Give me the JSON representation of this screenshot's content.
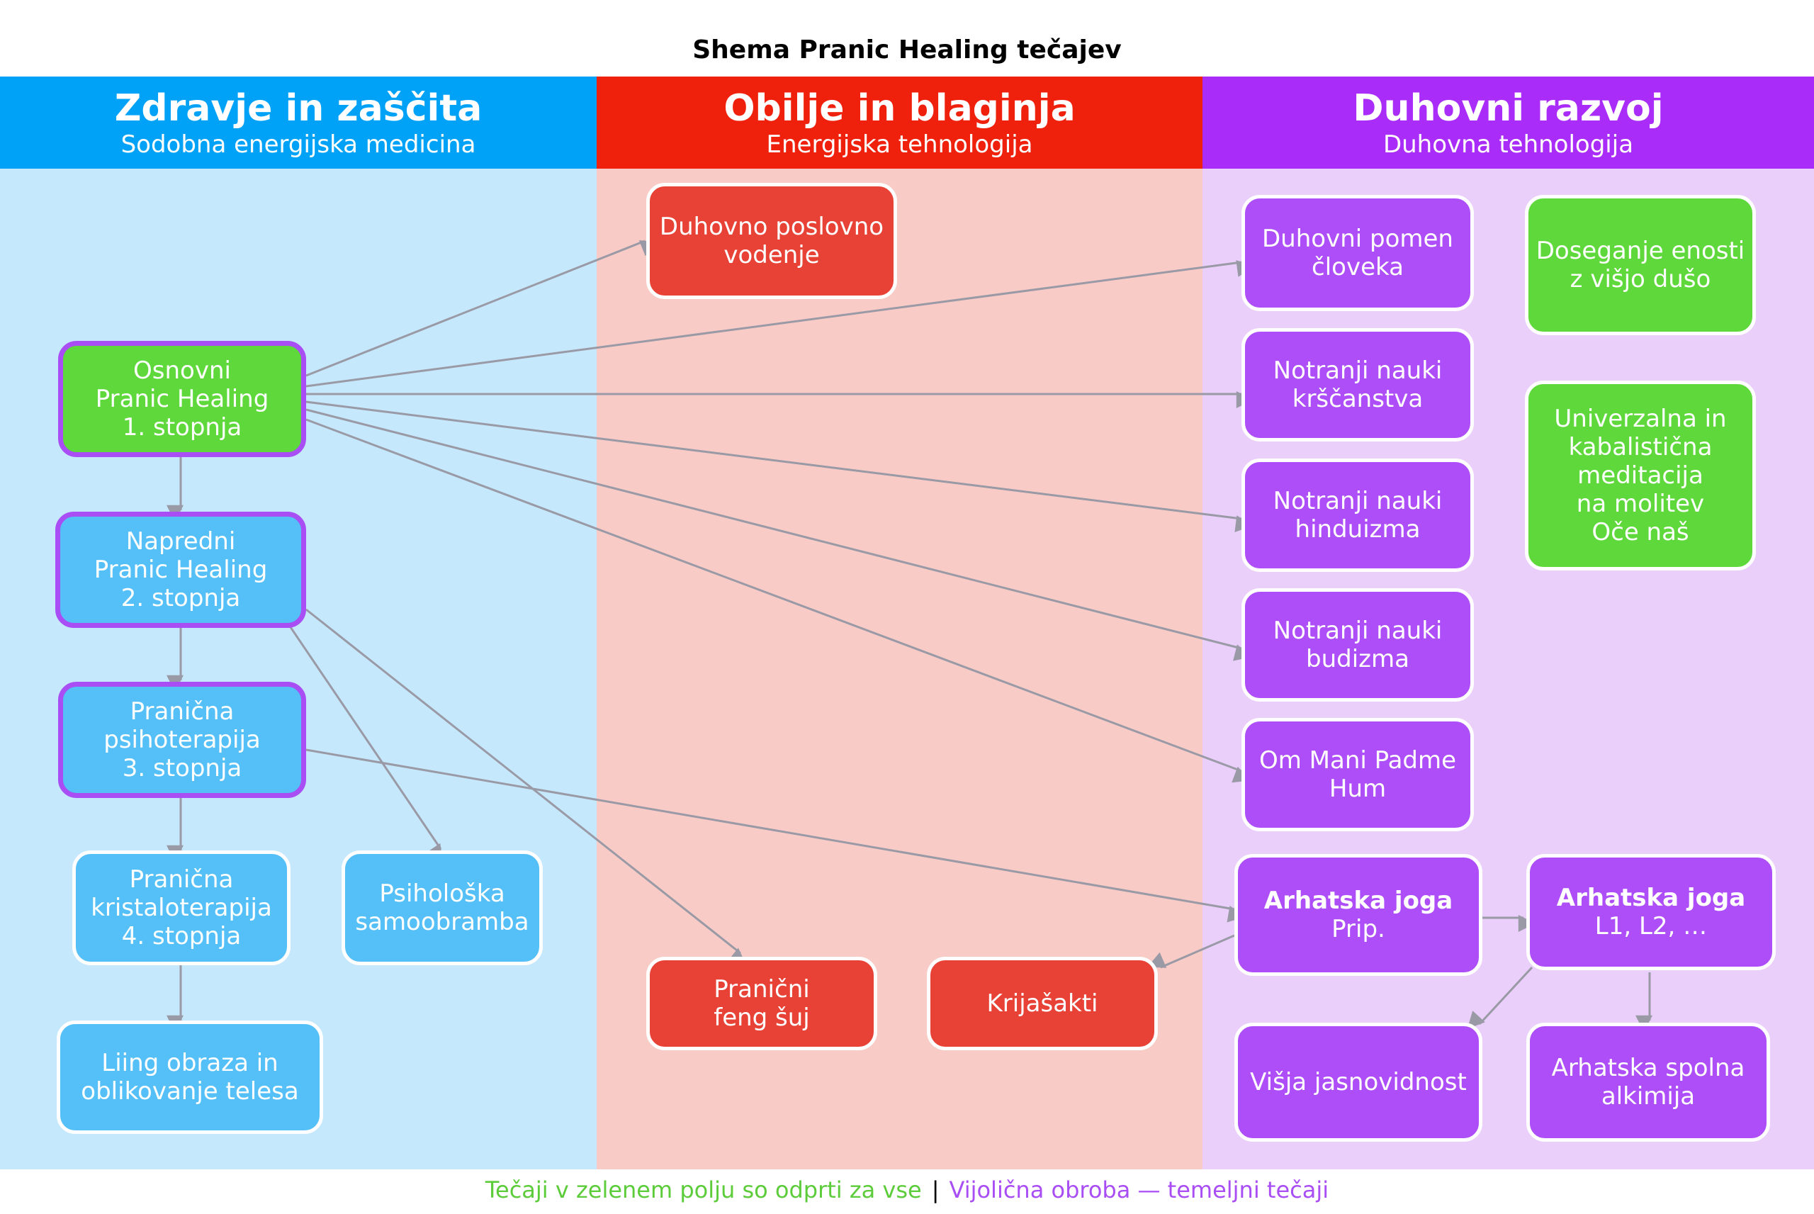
{
  "title": "Shema Pranic Healing tečajev",
  "columns": [
    {
      "title": "Zdravje in zaščita",
      "subtitle": "Sodobna energijska medicina"
    },
    {
      "title": "Obilje in blaginja",
      "subtitle": "Energijska tehnologija"
    },
    {
      "title": "Duhovni razvoj",
      "subtitle": "Duhovna tehnologija"
    }
  ],
  "colors": {
    "blue_header": "#00a2f7",
    "red_header": "#ef210d",
    "purple_header": "#a92cf9",
    "blue_bg": "#c5e8fc",
    "red_bg": "#f9cbc6",
    "purple_bg": "#eacffa",
    "blue_node": "#55bff7",
    "red_node": "#e84136",
    "purple_node": "#ad4ef8",
    "green_node": "#5ed83a",
    "core_border": "#a94df5",
    "arrow": "#9a9aa6"
  },
  "nodes": {
    "osnovni": {
      "text": "Osnovni\nPranic Healing\n1. stopnja"
    },
    "napredni": {
      "text": "Napredni\nPranic Healing\n2. stopnja"
    },
    "psihoterapija": {
      "text": "Pranična\npsihoterapija\n3. stopnja"
    },
    "kristaloterapija": {
      "text": "Pranična\nkristaloterapija\n4. stopnja"
    },
    "samoobramba": {
      "text": "Psihološka\nsamoobramba"
    },
    "liing": {
      "text": "Liing obraza in\noblikovanje telesa"
    },
    "poslovno": {
      "text": "Duhovno poslovno\nvodenje"
    },
    "fengsuj": {
      "text": "Pranični\nfeng šuj"
    },
    "krijasakti": {
      "text": "Krijašakti"
    },
    "pomen": {
      "text": "Duhovni pomen\nčloveka"
    },
    "krscanstvo": {
      "text": "Notranji nauki\nkrščanstva"
    },
    "hinduizem": {
      "text": "Notranji nauki\nhinduizma"
    },
    "budizem": {
      "text": "Notranji nauki\nbudizma"
    },
    "ommani": {
      "text": "Om Mani Padme\nHum"
    },
    "arhatska_prip_title": {
      "text": "Arhatska joga"
    },
    "arhatska_prip_sub": {
      "text": "Prip."
    },
    "arhatska_l_title": {
      "text": "Arhatska joga"
    },
    "arhatska_l_sub": {
      "text": "L1, L2, …"
    },
    "jasnovidnost": {
      "text": "Višja jasnovidnost"
    },
    "alkimija": {
      "text": "Arhatska spolna\nalkimija"
    },
    "enost": {
      "text": "Doseganje enosti\nz višjo dušo"
    },
    "univerzalna": {
      "text": "Univerzalna in\nkabalistična\nmeditacija\nna molitev\nOče naš"
    }
  },
  "legend": {
    "green_text": "Tečaji v zelenem polju so odprti za vse",
    "separator": "|",
    "purple_text": "Vijolična obroba — temeljni tečaji"
  }
}
